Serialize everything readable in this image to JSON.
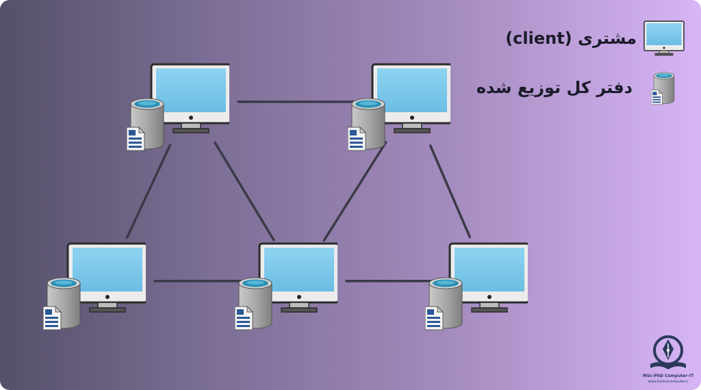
{
  "legend": {
    "client_label": "مشتری (client)",
    "ledger_label": "دفتر کل توزیع شده",
    "client_icon": "monitor-icon",
    "ledger_icon": "database-document-icon"
  },
  "network": {
    "nodes": [
      {
        "id": "n1",
        "icon": "computer-with-ledger-icon"
      },
      {
        "id": "n2",
        "icon": "computer-with-ledger-icon"
      },
      {
        "id": "n3",
        "icon": "computer-with-ledger-icon"
      },
      {
        "id": "n4",
        "icon": "computer-with-ledger-icon"
      },
      {
        "id": "n5",
        "icon": "computer-with-ledger-icon"
      }
    ],
    "edges": [
      [
        "n1",
        "n2"
      ],
      [
        "n1",
        "n3"
      ],
      [
        "n1",
        "n4"
      ],
      [
        "n2",
        "n4"
      ],
      [
        "n2",
        "n5"
      ],
      [
        "n3",
        "n4"
      ],
      [
        "n4",
        "n5"
      ]
    ]
  },
  "colors": {
    "screen": "#7cc8ea",
    "frame": "#ececec",
    "cylinder": "#b3b3b3",
    "cylinder_top": "#2d8fb3",
    "document": "#2b5797",
    "line": "#3a3a48"
  },
  "logo": {
    "title": "MSc-PhD Computer-IT",
    "url": "www.konkurcomputer.ir"
  }
}
